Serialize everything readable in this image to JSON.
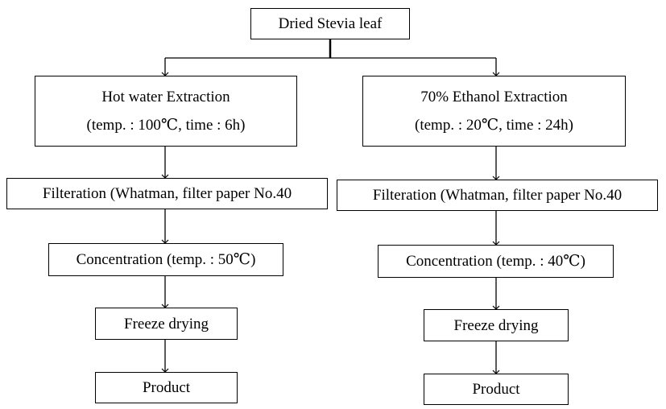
{
  "diagram": {
    "start": {
      "label": "Dried Stevia leaf"
    },
    "left_branch": {
      "extraction": {
        "title": "Hot water Extraction",
        "conditions": "(temp. : 100℃, time : 6h)"
      },
      "filtration": "Filteration (Whatman, filter paper No.40",
      "concentration": "Concentration (temp. : 50℃)",
      "drying": "Freeze drying",
      "product": "Product"
    },
    "right_branch": {
      "extraction": {
        "title": "70% Ethanol Extraction",
        "conditions": "(temp. : 20℃, time : 24h)"
      },
      "filtration": "Filteration (Whatman, filter paper No.40",
      "concentration": "Concentration (temp. : 40℃)",
      "drying": "Freeze drying",
      "product": "Product"
    }
  }
}
